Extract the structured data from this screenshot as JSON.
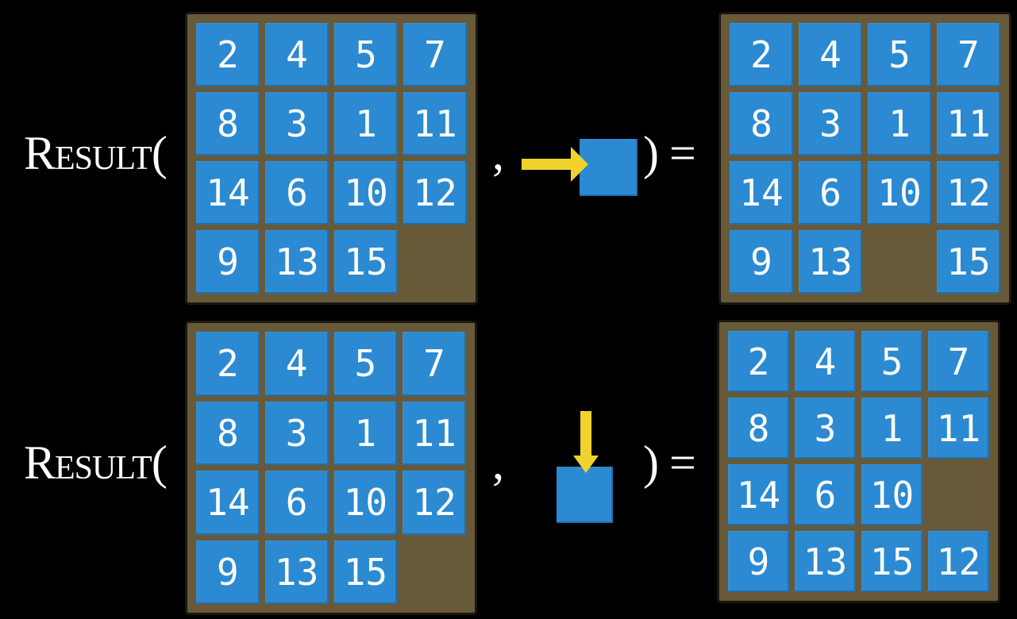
{
  "colors": {
    "bg": "#000000",
    "frame-brown": "#685a38",
    "frame-border": "#1b1812",
    "tile-blue": "#2b8ad2",
    "arrow-yellow": "#f1d32d",
    "text-white": "#ffffff"
  },
  "rows": [
    {
      "label": {
        "function": "Result(",
        "comma": ",",
        "close": ") ="
      },
      "action": {
        "direction": "right",
        "icon": "right-arrow-icon"
      },
      "input_grid": [
        [
          "2",
          "4",
          "5",
          "7"
        ],
        [
          "8",
          "3",
          "1",
          "11"
        ],
        [
          "14",
          "6",
          "10",
          "12"
        ],
        [
          "9",
          "13",
          "15",
          ""
        ]
      ],
      "output_grid": [
        [
          "2",
          "4",
          "5",
          "7"
        ],
        [
          "8",
          "3",
          "1",
          "11"
        ],
        [
          "14",
          "6",
          "10",
          "12"
        ],
        [
          "9",
          "13",
          "",
          "15"
        ]
      ]
    },
    {
      "label": {
        "function": "Result(",
        "comma": ",",
        "close": ") ="
      },
      "action": {
        "direction": "down",
        "icon": "down-arrow-icon"
      },
      "input_grid": [
        [
          "2",
          "4",
          "5",
          "7"
        ],
        [
          "8",
          "3",
          "1",
          "11"
        ],
        [
          "14",
          "6",
          "10",
          "12"
        ],
        [
          "9",
          "13",
          "15",
          ""
        ]
      ],
      "output_grid": [
        [
          "2",
          "4",
          "5",
          "7"
        ],
        [
          "8",
          "3",
          "1",
          "11"
        ],
        [
          "14",
          "6",
          "10",
          ""
        ],
        [
          "9",
          "13",
          "15",
          "12"
        ]
      ]
    }
  ]
}
